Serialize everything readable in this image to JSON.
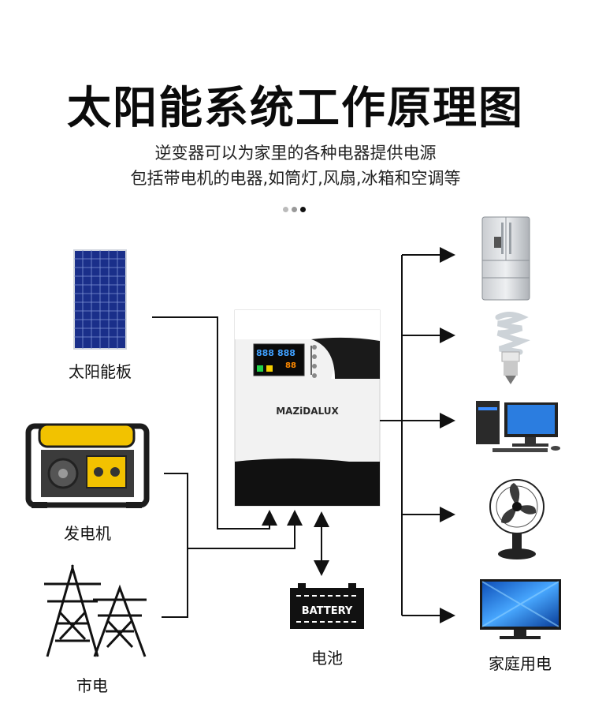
{
  "title": "太阳能系统工作原理图",
  "subtitle_lines": [
    "逆变器可以为家里的各种电器提供电源",
    "包括带电机的电器,如筒灯,风扇,冰箱和空调等"
  ],
  "inputs": {
    "solar_label": "太阳能板",
    "generator_label": "发电机",
    "grid_label": "市电"
  },
  "inverter": {
    "brand": "MAZiDALUX",
    "display_digits": "888"
  },
  "battery": {
    "label_on_unit": "BATTERY",
    "caption": "电池"
  },
  "output": {
    "caption": "家庭用电",
    "appliances": [
      "refrigerator-icon",
      "bulb-icon",
      "computer-icon",
      "fan-icon",
      "tv-icon"
    ]
  },
  "colors": {
    "inverter_top": "#f2f2f2",
    "inverter_bottom": "#111111",
    "generator_frame": "#1c1c1c",
    "generator_tank": "#f2c200",
    "solar_panel": "#1a2f8a",
    "tv_screen": "#1677d8"
  }
}
